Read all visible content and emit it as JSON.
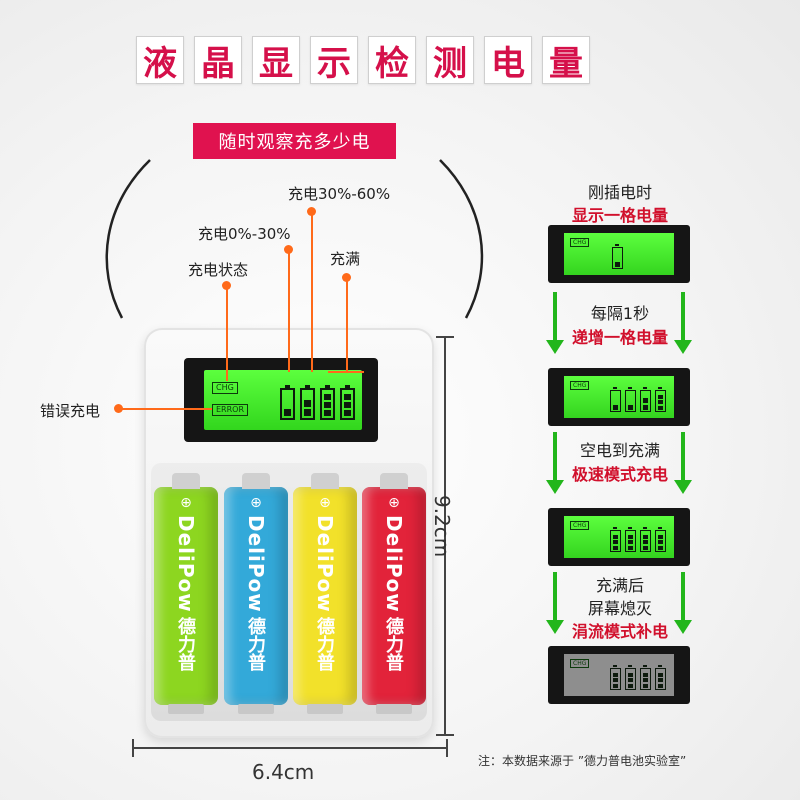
{
  "title": [
    "液",
    "晶",
    "显",
    "示",
    "检",
    "测",
    "电",
    "量"
  ],
  "subtitle": "随时观察充多少电",
  "callouts": {
    "charge_state": "充电状态",
    "charge_0_30": "充电0%-30%",
    "charge_30_60": "充电30%-60%",
    "full": "充满",
    "error_charge": "错误充电"
  },
  "lcd": {
    "chg_tag": "CHG",
    "error_tag": "ERROR"
  },
  "batteries": [
    {
      "color": "#8dd620",
      "brand": "DeliPow",
      "brand_cn": "德力普",
      "plus": "⊕"
    },
    {
      "color": "#33a9d9",
      "brand": "DeliPow",
      "brand_cn": "德力普",
      "plus": "⊕"
    },
    {
      "color": "#f2e12a",
      "brand": "DeliPow",
      "brand_cn": "德力普",
      "plus": "⊕"
    },
    {
      "color": "#e2233a",
      "brand": "DeliPow",
      "brand_cn": "德力普",
      "plus": "⊕"
    }
  ],
  "dimensions": {
    "height": "9.2cm",
    "width": "6.4cm"
  },
  "steps": [
    {
      "line1": "刚插电时",
      "line2": "显示一格电量",
      "bars": [
        1
      ],
      "on": true
    },
    {
      "line1": "每隔1秒",
      "line2": "递增一格电量",
      "bars": [
        1,
        1,
        2,
        3
      ],
      "on": true
    },
    {
      "line1": "空电到充满",
      "line2": "极速模式充电",
      "bars": [
        3,
        3,
        3,
        3
      ],
      "on": true
    },
    {
      "line1": "充满后",
      "line1b": "屏幕熄灭",
      "line2": "涓流模式补电",
      "bars": [
        3,
        3,
        3,
        3
      ],
      "on": false
    }
  ],
  "note": "注：本数据来源于 ”德力普电池实验室”",
  "colors": {
    "accent": "#e0124f",
    "lcd_green": "#5cff3e",
    "arrow_green": "#22b61b",
    "callout": "#ff6a1a"
  }
}
